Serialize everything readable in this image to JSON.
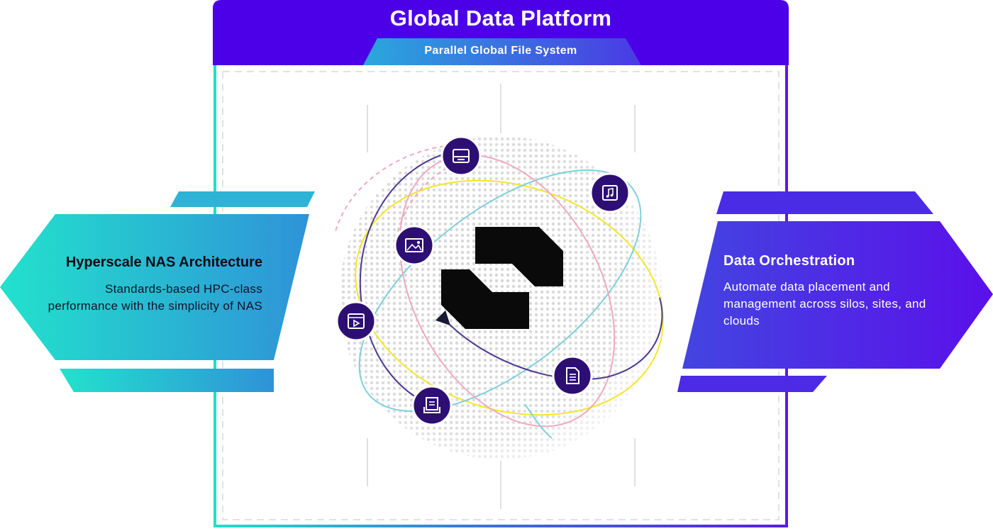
{
  "platform": {
    "title": "Global Data Platform",
    "subtitle": "Parallel Global File System"
  },
  "left_panel": {
    "heading": "Hyperscale NAS Architecture",
    "body": "Standards-based HPC-class performance with the simplicity of NAS"
  },
  "right_panel": {
    "heading": "Data Orchestration",
    "body": "Automate data placement and management across silos, sites, and clouds"
  },
  "center": {
    "logo": "hammerspace-logo",
    "orbit_icons": [
      "storage-drive-icon",
      "music-file-icon",
      "image-file-icon",
      "video-file-icon",
      "document-icon",
      "archive-icon"
    ]
  },
  "colors": {
    "violet": "#4b00e8",
    "teal": "#1ee0cc",
    "blue": "#2f9bd6",
    "indigo": "#3f2ad8",
    "icon_fill": "#2d0f74",
    "orbit_yellow": "#f5e62a",
    "orbit_cyan": "#7ed0dc",
    "orbit_pink": "#f0a9c0",
    "orbit_purple": "#4c3a90"
  }
}
